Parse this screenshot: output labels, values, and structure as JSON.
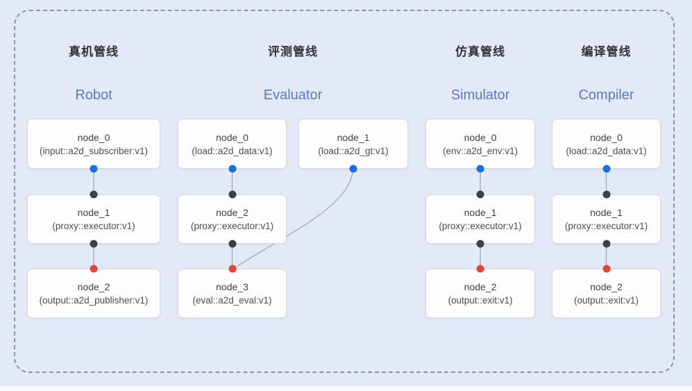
{
  "pipelines": [
    {
      "title": "真机管线",
      "name": "Robot",
      "nodes": [
        {
          "label": "node_0",
          "type": "(input::a2d_subscriber:v1)"
        },
        {
          "label": "node_1",
          "type": "(proxy::executor:v1)"
        },
        {
          "label": "node_2",
          "type": "(output::a2d_publisher:v1)"
        }
      ]
    },
    {
      "title": "评测管线",
      "name": "Evaluator",
      "nodes": [
        {
          "label": "node_0",
          "type": "(load::a2d_data:v1)"
        },
        {
          "label": "node_1",
          "type": "(load::a2d_gt:v1)"
        },
        {
          "label": "node_2",
          "type": "(proxy::executor:v1)"
        },
        {
          "label": "node_3",
          "type": "(eval::a2d_eval:v1)"
        }
      ]
    },
    {
      "title": "仿真管线",
      "name": "Simulator",
      "nodes": [
        {
          "label": "node_0",
          "type": "(env::a2d_env:v1)"
        },
        {
          "label": "node_1",
          "type": "(proxy::executor:v1)"
        },
        {
          "label": "node_2",
          "type": "(output::exit:v1)"
        }
      ]
    },
    {
      "title": "编译管线",
      "name": "Compiler",
      "nodes": [
        {
          "label": "node_0",
          "type": "(load::a2d_data:v1)"
        },
        {
          "label": "node_1",
          "type": "(proxy::executor:v1)"
        },
        {
          "label": "node_2",
          "type": "(output::exit:v1)"
        }
      ]
    }
  ],
  "colors": {
    "panel_background": "#e3e9f6",
    "frame_border": "#8e939d",
    "node_fill": "#fdfdfe",
    "node_border": "#d6dae3",
    "connector": "#a0a4ad",
    "blue_port": "#1a6fe0",
    "dark_port": "#3d4045",
    "red_port": "#ea4335",
    "pipeline_title": "#30333a",
    "pipeline_name": "#5a7ac9"
  }
}
